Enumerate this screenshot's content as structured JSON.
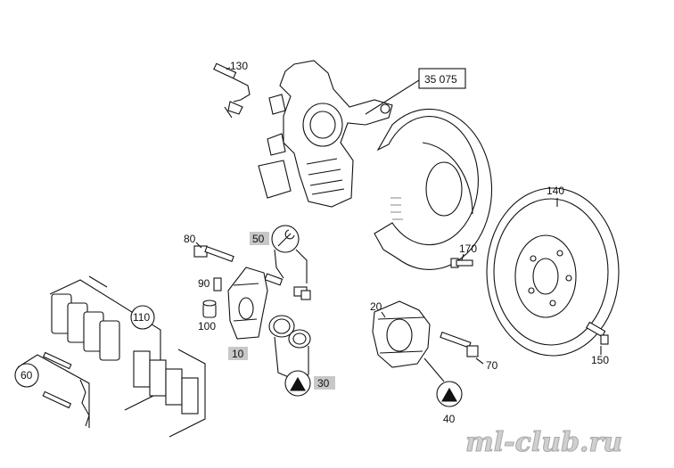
{
  "labels": {
    "l130": "130",
    "l35075": "35 075",
    "l140": "140",
    "l170": "170",
    "l80": "80",
    "l50": "50",
    "l90": "90",
    "l100": "100",
    "l110": "110",
    "l10": "10",
    "l60": "60",
    "l30": "30",
    "l20": "20",
    "l70": "70",
    "l150": "150",
    "l40": "40"
  },
  "watermark": "ml-club.ru",
  "colors": {
    "line": "#111111",
    "tag_fill": "#c8c8c8",
    "watermark": "#d0d0d0"
  }
}
